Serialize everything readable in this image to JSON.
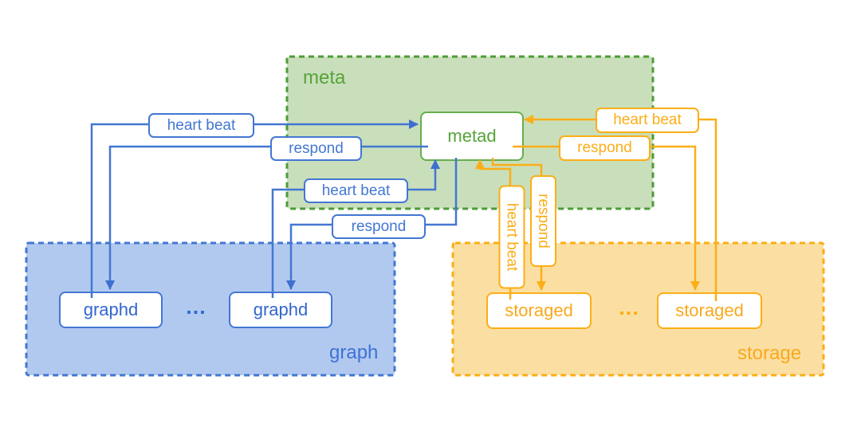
{
  "diagram": {
    "zones": {
      "meta": {
        "label": "meta"
      },
      "graph": {
        "label": "graph"
      },
      "storage": {
        "label": "storage"
      }
    },
    "nodes": {
      "metad": {
        "label": "metad"
      },
      "graphd_left": {
        "label": "graphd"
      },
      "graphd_right": {
        "label": "graphd"
      },
      "storaged_left": {
        "label": "storaged"
      },
      "storaged_right": {
        "label": "storaged"
      }
    },
    "ellipsis": {
      "graph": "...",
      "storage": "..."
    },
    "edges": {
      "graphd_left_heartbeat": {
        "label": "heart beat",
        "from": "graphd_left",
        "to": "metad"
      },
      "graphd_left_respond": {
        "label": "respond",
        "from": "metad",
        "to": "graphd_left"
      },
      "graphd_right_heartbeat": {
        "label": "heart beat",
        "from": "graphd_right",
        "to": "metad"
      },
      "graphd_right_respond": {
        "label": "respond",
        "from": "metad",
        "to": "graphd_right"
      },
      "storaged_left_heartbeat": {
        "label": "heart beat",
        "from": "storaged_left",
        "to": "metad"
      },
      "storaged_left_respond": {
        "label": "respond",
        "from": "metad",
        "to": "storaged_left"
      },
      "storaged_right_heartbeat": {
        "label": "heart beat",
        "from": "storaged_right",
        "to": "metad"
      },
      "storaged_right_respond": {
        "label": "respond",
        "from": "metad",
        "to": "storaged_right"
      }
    },
    "colors": {
      "blue_line": "#4377D2",
      "blue_text": "#3266CE",
      "blue_zone_fill": "#B2C9EF",
      "green_border": "#4C9C36",
      "green_text": "#57A339",
      "green_zone_fill": "#C9DFBB",
      "orange_line": "#FBAE17",
      "orange_zone_fill": "#FBDFA2"
    }
  }
}
